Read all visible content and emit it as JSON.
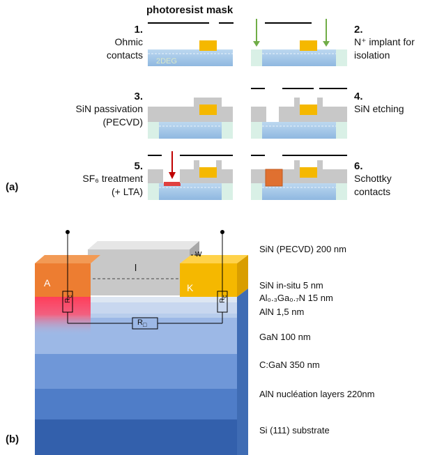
{
  "panel_a": {
    "tag": "(a)",
    "mask_label": "photoresist mask",
    "channel_label": "2DEG",
    "steps": [
      {
        "num": "1.",
        "line1": "Ohmic",
        "line2": "contacts"
      },
      {
        "num": "2.",
        "line1": "N⁺ implant for",
        "line2": "isolation"
      },
      {
        "num": "3.",
        "line1": "SiN passivation",
        "line2": "(PECVD)"
      },
      {
        "num": "4.",
        "line1": "SiN etching",
        "line2": ""
      },
      {
        "num": "5.",
        "line1": "SF₆ treatment",
        "line2": "(+ LTA)"
      },
      {
        "num": "6.",
        "line1": "Schottky",
        "line2": "contacts"
      }
    ]
  },
  "panel_b": {
    "tag": "(b)",
    "anode": "A",
    "cathode": "K",
    "length_label": "l",
    "width_label": "w",
    "contact_resistance": "R",
    "contact_resistance_sub": "c",
    "sheet_resistance": "R",
    "sheet_resistance_sub": "□",
    "layers": [
      "SiN (PECVD) 200 nm",
      "SiN in-situ 5 nm",
      "Al₀.₃Ga₀.₇N 15 nm",
      "AlN 1,5 nm",
      "GaN 100 nm",
      "C:GaN 350 nm",
      "AlN nucléation layers 220nm",
      "Si (111) substrate"
    ]
  },
  "colors": {
    "contact": "#f5b800",
    "anode": "#ed7d31",
    "sin": "#c8c8c8",
    "barrier": "#bcd6ee",
    "isolation": "#d9f0e6",
    "treatment": "#e04040",
    "arrow_green": "#70ad47",
    "arrow_red": "#c00000"
  }
}
